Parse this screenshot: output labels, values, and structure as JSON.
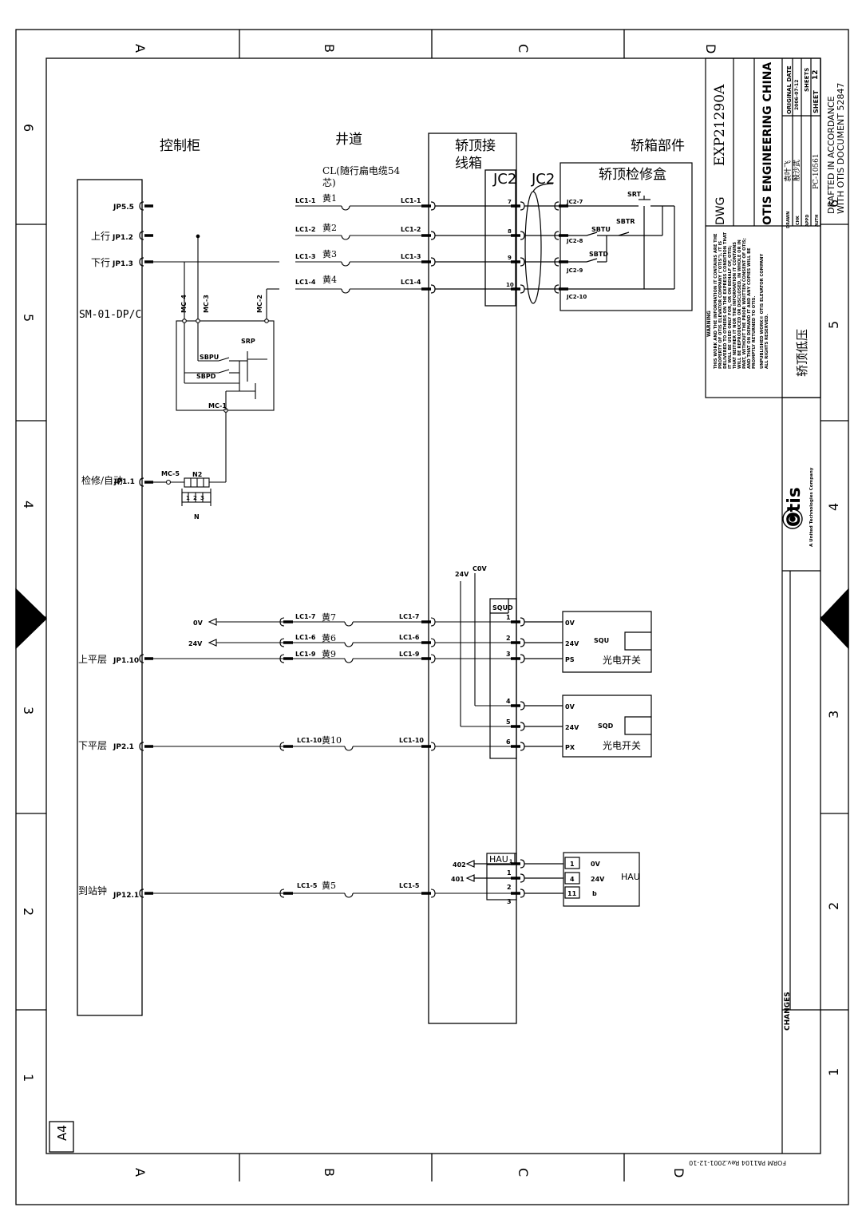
{
  "frame": {
    "cols_top": [
      "A",
      "B",
      "C",
      "D"
    ],
    "cols_bottom": [
      "A",
      "B",
      "C",
      "D"
    ],
    "rows": [
      "6",
      "5",
      "4",
      "3",
      "2",
      "1"
    ],
    "sheet_size": "A4",
    "form": "FORM PA1104 Rev.2001-12-10"
  },
  "headers": {
    "cabinet": "控制柜",
    "hoistway": "井道",
    "cartop_box_1": "轿顶接",
    "cartop_box_2": "线箱",
    "car_parts": "轿箱部件",
    "cable_1": "CL(随行扁电缆54",
    "cable_2": "芯)",
    "jc2_a": "JC2",
    "jc2_b": "JC2",
    "inspection_box": "轿顶检修盒"
  },
  "cabinet": {
    "board": "SM-01-DP/C",
    "ports": [
      {
        "cn": "",
        "pin": "JP5.5"
      },
      {
        "cn": "上行",
        "pin": "JP1.2"
      },
      {
        "cn": "下行",
        "pin": "JP1.3"
      },
      {
        "cn": "检修/自动",
        "pin": "JP1.1"
      },
      {
        "cn": "上平层",
        "pin": "JP1.10"
      },
      {
        "cn": "下平层",
        "pin": "JP2.1"
      },
      {
        "cn": "到站钟",
        "pin": "JP12.1"
      }
    ]
  },
  "wires": {
    "lc_left": [
      "LC1-1",
      "LC1-2",
      "LC1-3",
      "LC1-4"
    ],
    "colors_top": [
      "黄1",
      "黄2",
      "黄3",
      "黄4"
    ],
    "lc_right": [
      "LC1-1",
      "LC1-2",
      "LC1-3",
      "LC1-4"
    ],
    "jc_pins": [
      "7",
      "8",
      "9",
      "10"
    ],
    "jc2_labels": [
      "JC2-7",
      "JC2-8",
      "JC2-9",
      "JC2-10"
    ],
    "mc": [
      "MC-4",
      "MC-3",
      "MC-2",
      "MC-1",
      "MC-5"
    ],
    "switches": [
      "SBPU",
      "SBPD",
      "SRP",
      "SRT",
      "SBTR",
      "SBTU",
      "SBTD"
    ],
    "n2": "N2",
    "n": "N",
    "n_pins": [
      "1",
      "2",
      "3"
    ]
  },
  "sensors": {
    "v0": "0V",
    "v24": "24V",
    "lc_left": [
      "LC1-7",
      "LC1-6",
      "LC1-9",
      "LC1-10",
      "LC1-5"
    ],
    "colors": [
      "黄7",
      "黄6",
      "黄9",
      "黄10",
      "黄5"
    ],
    "lc_right": [
      "LC1-7",
      "LC1-6",
      "LC1-9",
      "LC1-10",
      "LC1-5"
    ],
    "supply_24": "24V",
    "supply_0": "C0V",
    "squd": "SQUD",
    "squd_pins": [
      "1",
      "2",
      "3",
      "4",
      "5",
      "6"
    ],
    "squ": {
      "name": "SQU",
      "pins": [
        "0V",
        "24V",
        "PS"
      ],
      "desc": "光电开关"
    },
    "sqd": {
      "name": "SQD",
      "pins": [
        "0V",
        "24V",
        "PX"
      ],
      "desc": "光电开关"
    },
    "hau_box": "HAU",
    "hau_sub": "1",
    "hau_pins": [
      "1",
      "2",
      "3"
    ],
    "hau_out": [
      "402",
      "401"
    ],
    "hau_dev": {
      "name": "HAU",
      "nums": [
        "1",
        "4",
        "11"
      ],
      "sigs": [
        "0V",
        "24V",
        "b"
      ]
    }
  },
  "title_block": {
    "dwg_label": "DWG",
    "dwg_no": "EXP21290A",
    "company": "OTIS ENGINEERING CHINA",
    "orig_date_label": "ORIGINAL DATE",
    "orig_date": "2006-07-12",
    "sheets_label": "SHEETS",
    "sheet_label": "SHEET",
    "sheet_no": "12",
    "drawn_label": "DRAWN",
    "drawn": "袁叶飞",
    "chk_label": "CHK",
    "chk": "殷沙武",
    "appd_label": "APPD",
    "auth_label": "AUTH",
    "auth": "PC-10561",
    "warning_title": "WARNING",
    "warning_lines": [
      "THIS WORK AND THE INFORMATION IT CONTAINS ARE THE",
      "PROPERTY OF OTIS ELEVATOR COMPANY (\"OTIS\"). IT IS",
      "DELIVERED TO OTHERS ON THE EXPRESS CONDITION THAT",
      "IT WILL BE USED ONLY FOR, OR ON BEHALF OF, OTIS;",
      "THAT NEITHER IT NOR THE INFORMATION IT CONTAINS",
      "WILL BE REPRODUCED OR DISCLOSED, IN WHOLE OR IN",
      "PART, WITHOUT THE PRIOR WRITTEN CONSENT OF OTIS;",
      "AND THAT ON DEMAND IT AND ANY COPIES WILL BE",
      "PROMPTLY RETURNED TO OTIS.",
      "UNPUBLISHED WORK© OTIS ELEVATOR COMPANY",
      "ALL RIGHTS RESERVED."
    ],
    "drawing_title": "轿顶低压",
    "logo": "Otis",
    "logo_sub": "A United Technologies Company",
    "changes": "CHANGES",
    "drafted_1": "DRAFTED IN ACCORDANCE",
    "drafted_2": "WITH OTIS DOCUMENT 52847"
  }
}
